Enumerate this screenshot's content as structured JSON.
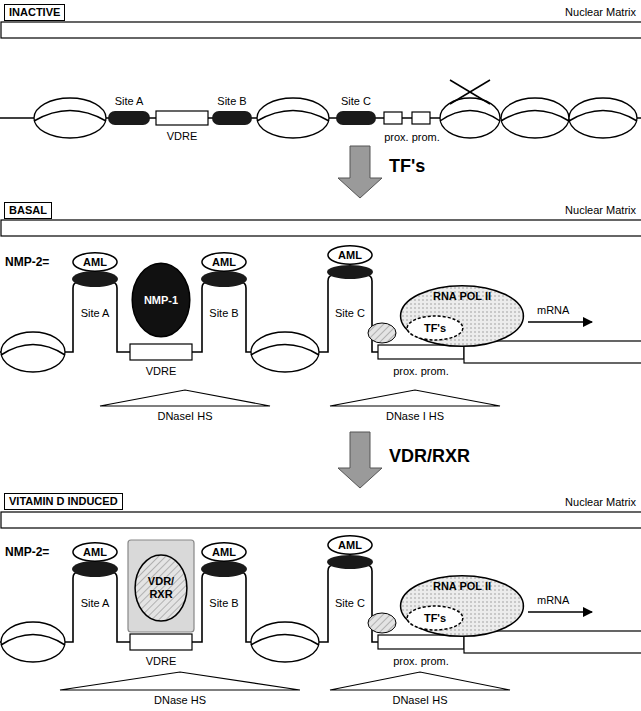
{
  "diagram": {
    "nodes": [
      {
        "text": [
          "INACTIVE"
        ]
      },
      {
        "text": [
          "BASAL"
        ]
      },
      {
        "text": [
          "AML"
        ]
      },
      {
        "text": [
          "NMP-1"
        ]
      },
      {
        "text": [
          "AML"
        ]
      },
      {
        "text": [
          "AML"
        ]
      },
      {
        "text": [
          "RNA POL II"
        ]
      },
      {
        "text": [
          "TF's"
        ],
        "in": 6
      },
      {
        "text": [
          "VITAMIN D INDUCED"
        ]
      },
      {
        "text": [
          "AML"
        ]
      },
      {
        "text": [
          "VDR/ RXR"
        ]
      },
      {
        "text": [
          "AML"
        ]
      },
      {
        "text": [
          "AML"
        ]
      },
      {
        "text": [
          "RNA POL II"
        ]
      },
      {
        "text": [
          "TF's"
        ],
        "in": 13
      }
    ],
    "labels": [
      "Nuclear Matrix",
      "Site A",
      "Site B",
      "Site C",
      "VDRE",
      "prox. prom.",
      "TF's",
      "Nuclear Matrix",
      "NMP-2=",
      "mRNA",
      "Site A",
      "Site B",
      "Site C",
      "VDRE",
      "prox. prom.",
      "DNaseI HS",
      "DNase I HS",
      "VDR/RXR",
      "Nuclear Matrix",
      "NMP-2=",
      "mRNA",
      "Site A",
      "Site B",
      "Site C",
      "VDRE",
      "prox. prom.",
      "DNase HS",
      "DNaseI HS"
    ]
  }
}
